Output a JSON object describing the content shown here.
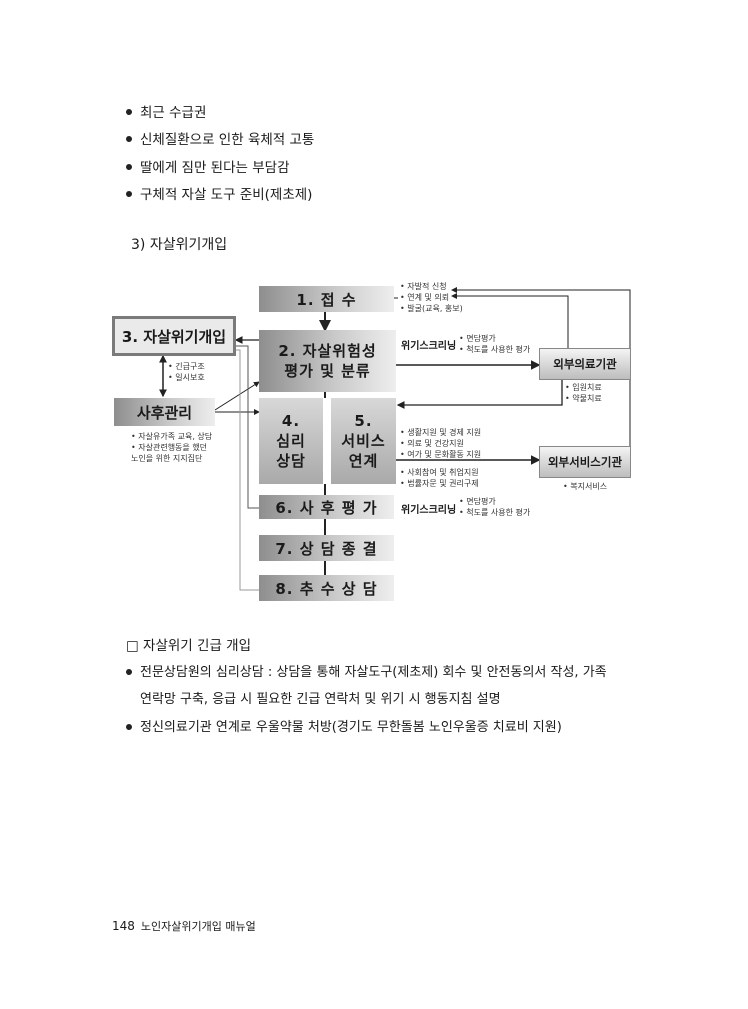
{
  "bullets": [
    "최근 수급권",
    "신체질환으로 인한 육체적 고통",
    "딸에게 짐만 된다는 부담감",
    "구체적 자살 도구 준비(제초제)"
  ],
  "section_title": "3) 자살위기개입",
  "diagram": {
    "steps": {
      "s1": "1. 접 수",
      "s2_line1": "2. 자살위험성",
      "s2_line2": "평가 및 분류",
      "s4_line1": "4.",
      "s4_line2": "심리",
      "s4_line3": "상담",
      "s5_line1": "5.",
      "s5_line2": "서비스",
      "s5_line3": "연계",
      "s6": "6. 사 후 평 가",
      "s7": "7. 상 담 종 결",
      "s8": "8. 추 수 상 담"
    },
    "side": {
      "crisis": "3. 자살위기개입",
      "aftercare": "사후관리"
    },
    "external": {
      "medical": "외부의료기관",
      "service": "외부서비스기관"
    },
    "notes": {
      "intake": [
        "• 자발적 신청",
        "• 연계 및 의뢰",
        "• 발굴(교육, 홍보)"
      ],
      "screen1_label": "위기스크리닝",
      "screen1": [
        "• 면담평가",
        "• 척도를 사용한 평가"
      ],
      "emergency": [
        "• 긴급구조",
        "• 일시보호"
      ],
      "aftercare": [
        "• 자살유가족 교육, 상담",
        "• 자살관련행동을 했던",
        "  노인을 위한 지지집단"
      ],
      "medical": [
        "• 입원치료",
        "• 약물치료"
      ],
      "service_top": [
        "• 생활지원 및 경제 지원",
        "• 의료 및 건강지원",
        "• 여가 및 문화활동 지원"
      ],
      "service_bottom": [
        "• 사회참여 및 취업지원",
        "• 법률자문 및 권리구제"
      ],
      "welfare": "• 복지서비스",
      "screen2_label": "위기스크리닝",
      "screen2": [
        "• 면담평가",
        "• 척도를 사용한 평가"
      ]
    }
  },
  "subheading": "□ 자살위기 긴급 개입",
  "body": [
    "전문상담원의 심리상담 : 상담을 통해 자살도구(제초제) 회수 및 안전동의서 작성, 가족",
    "연락망 구축, 응급 시 필요한 긴급 연락처 및 위기 시 행동지침 설명",
    "정신의료기관 연계로 우울약물 처방(경기도 무한돌봄 노인우울증 치료비 지원)"
  ],
  "footer": {
    "page_number": "148",
    "title": "노인자살위기개입 매뉴얼"
  }
}
